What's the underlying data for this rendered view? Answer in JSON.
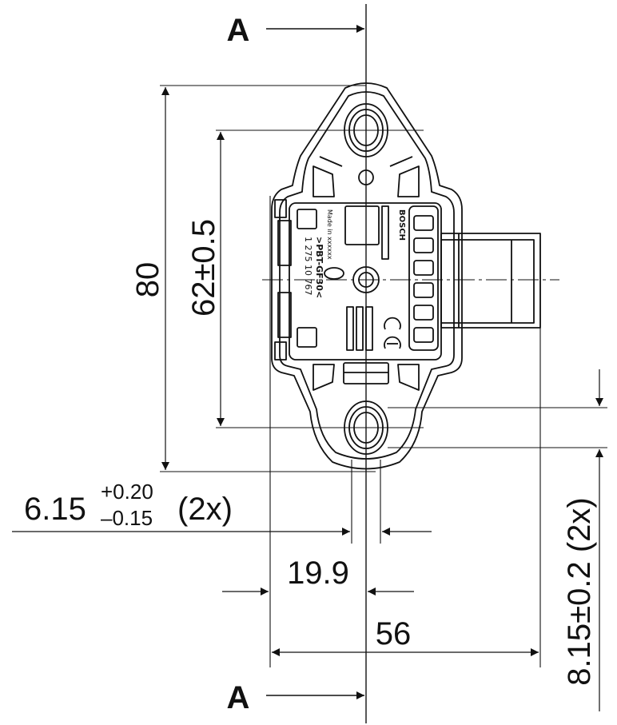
{
  "section_marker": {
    "top": "A",
    "bottom": "A"
  },
  "dimensions": {
    "overall_height": "80",
    "hole_spacing": "62±0.5",
    "hole_diameter_base": "6.15",
    "hole_diameter_upper_tol": "+0.20",
    "hole_diameter_lower_tol": "–0.15",
    "hole_diameter_count": "(2x)",
    "offset_width": "19.9",
    "overall_width": "56",
    "edge_offset": "8.15±0.2 (2x)"
  },
  "sensor_labels": {
    "part_number_block": "1 275 10 767",
    "material": ">PBT-GF30<",
    "origin": "Made in xxxxxx",
    "brand": "BOSCH"
  }
}
